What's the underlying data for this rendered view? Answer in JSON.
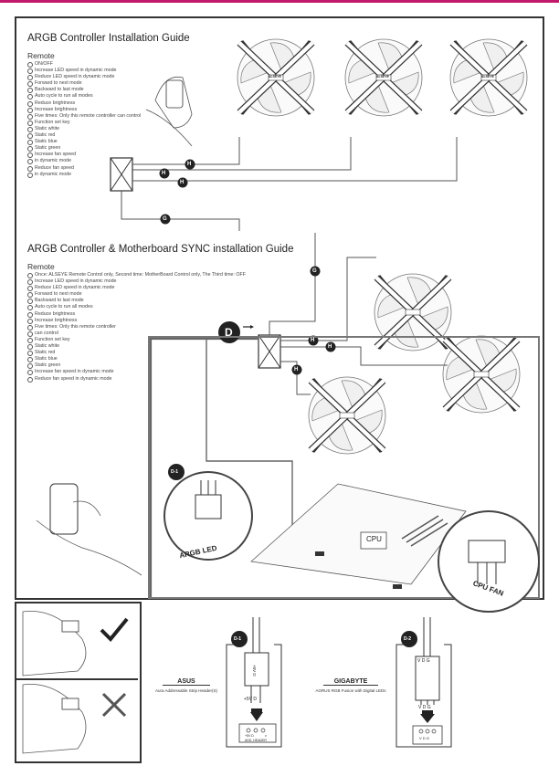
{
  "section1": {
    "title": "ARGB Controller Installation Guide",
    "remote_heading": "Remote",
    "items": [
      "ON/OFF",
      "Increase LED speed in dynamic mode",
      "Reduce LED speed in dynamic mode",
      "Forward to next mode",
      "Backward to last mode",
      "Auto cycle to run all modes",
      "Reduce brightness",
      "Increase brightness",
      "Five times:  Only this remote controller can control",
      "Function set key",
      "Static white",
      "Static red",
      "Static blue",
      "Static green",
      "Increase fan speed",
      "in dynamic mode",
      "Reduce fan speed",
      "in dynamic mode"
    ]
  },
  "section2": {
    "title": "ARGB Controller & Motherboard SYNC installation Guide",
    "remote_heading": "Remote",
    "items": [
      "Once: ALSEYE Remote Control only, Second time: MotherBoard Control only, The Third time: OFF",
      "Increase LED speed in dynamic mode",
      "Reduce LED speed in dynamic mode",
      "Forward to next mode",
      "Backward to last mode",
      "Auto cycle to run all modes",
      "Reduce brightness",
      "Increase brightness",
      "Five times:  Only this remote controller",
      "can control",
      "Function set key",
      "Static white",
      "Static red",
      "Static blue",
      "Static green",
      "Increase fan speed in dynamic mode",
      "Reduce fan speed in dynamic mode"
    ]
  },
  "markers": {
    "h": "H",
    "g": "G",
    "d": "D",
    "d1": "D-1",
    "d2": "D-2",
    "fan_logo": "ALSEYE"
  },
  "labels": {
    "argb_led": "ARGB LED",
    "cpu": "CPU",
    "cpu_fan": "CPU FAN",
    "asus_brand": "ASUS",
    "asus_desc": "Aura Addressable Strip Header(S)",
    "gigabyte_brand": "GIGABYTE",
    "gigabyte_desc": "AORUS RGB Fusion with Digital LEDs",
    "asus_pins": "+5V D",
    "asus_pins_vertical": "+5V D",
    "asus_header_pins": "+5V D",
    "asus_header_blank": "x",
    "asus_header": "ADD_HEADER",
    "gb_pins_top": "V D G",
    "gb_pins": "V D G",
    "gb_header_pins": "V D G"
  },
  "check_label": "correct",
  "cross_label": "incorrect"
}
